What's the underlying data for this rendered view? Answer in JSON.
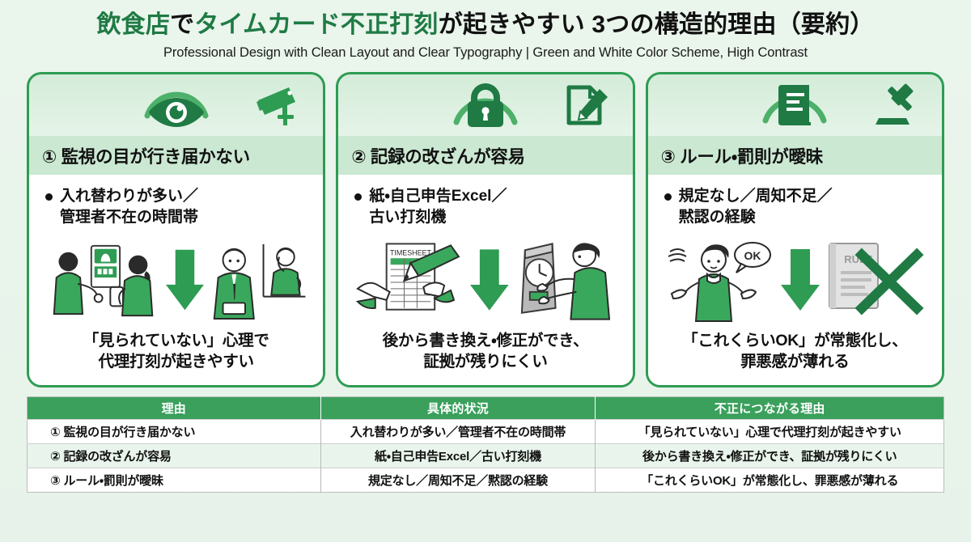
{
  "header": {
    "title_parts": [
      {
        "text": "飲食店",
        "color": "green"
      },
      {
        "text": "で",
        "color": "black"
      },
      {
        "text": "タイムカード不正打刻",
        "color": "green"
      },
      {
        "text": "が起きやすい 3つの構造的理由（要約）",
        "color": "black"
      }
    ],
    "subtitle": "Professional Design with Clean Layout and Clear Typography | Green and White Color Scheme, High Contrast"
  },
  "cards": [
    {
      "icons": {
        "main": "eye-icon",
        "side": "security-camera-icon"
      },
      "heading": "① 監視の目が行き届かない",
      "bullet": "入れ替わりが多い／\n管理者不在の時間帯",
      "illustration": [
        "two-staff-at-timeclock-illustration",
        "down-arrow-icon",
        "manager-absent-illustration"
      ],
      "conclusion": "「見られていない」心理で\n代理打刻が起きやすい"
    },
    {
      "icons": {
        "main": "lock-icon",
        "side": "edit-document-icon"
      },
      "heading": "② 記録の改ざんが容易",
      "bullet": "紙・自己申告Excel／\n古い打刻機",
      "illustration": [
        "timesheet-pencil-illustration",
        "down-arrow-icon",
        "old-punch-clock-illustration"
      ],
      "conclusion": "後から書き換え・修正ができ、\n証拠が残りにくい"
    },
    {
      "icons": {
        "main": "book-icon",
        "side": "gavel-icon"
      },
      "heading": "③ ルール・罰則が曖昧",
      "bullet": "規定なし／周知不足／\n黙認の経験",
      "illustration": [
        "shrugging-person-ok-illustration",
        "down-arrow-icon",
        "rules-document-crossed-out-illustration"
      ],
      "conclusion": "「これくらいOK」が常態化し、\n罪悪感が薄れる"
    }
  ],
  "table": {
    "headers": [
      "理由",
      "具体的状況",
      "不正につながる理由"
    ],
    "rows": [
      {
        "reason": "① 監視の目が行き届かない",
        "situation": "入れ替わりが多い／管理者不在の時間帯",
        "cause": "「見られていない」心理で代理打刻が起きやすい"
      },
      {
        "reason": "② 記録の改ざんが容易",
        "situation": "紙・自己申告Excel／古い打刻機",
        "cause": "後から書き換え・修正ができ、証拠が残りにくい"
      },
      {
        "reason": "③ ルール・罰則が曖昧",
        "situation": "規定なし／周知不足／黙認の経験",
        "cause": "「これくらいOK」が常態化し、罪悪感が薄れる"
      }
    ]
  },
  "colors": {
    "brand_green": "#1f7a44",
    "accent_green": "#2e9c53",
    "header_band": "#cbe8d2",
    "table_header": "#3aa05c",
    "page_background": "#e9f4eb"
  }
}
